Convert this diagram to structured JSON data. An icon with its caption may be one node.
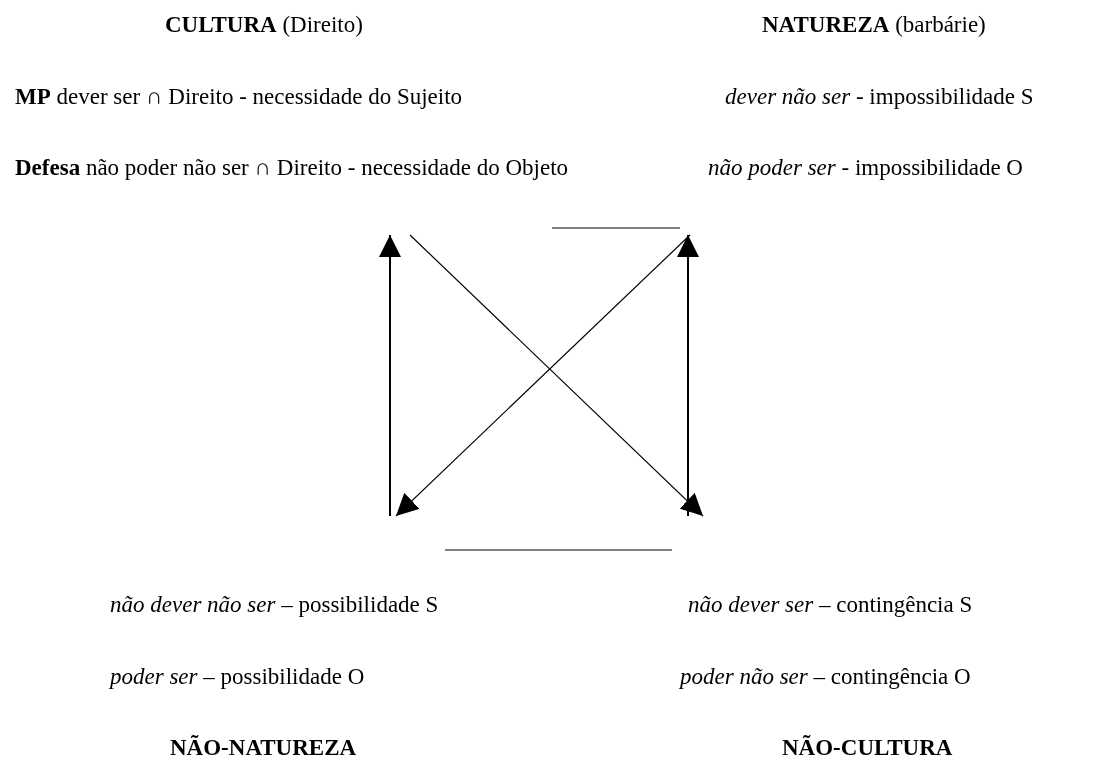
{
  "diagram": {
    "nodes": [
      {
        "text": [
          "**CULTURA** (Direito)",
          "**MP** dever ser ∩ Direito - necessidade do Sujeito",
          "**Defesa** não poder não ser ∩ Direito - necessidade do Objeto"
        ]
      },
      {
        "text": [
          "**NATUREZA** (barbárie)",
          "*dever não ser* - impossibilidade S",
          "*não poder ser* - impossibilidade O"
        ]
      },
      {
        "text": [
          "*não dever não ser* – possibilidade S",
          "*poder ser* – possibilidade O",
          "NÃO-NATUREZA"
        ]
      },
      {
        "text": [
          "*não dever ser* – contingência S",
          "*poder não ser* – contingência O",
          "NÃO-CULTURA"
        ]
      }
    ],
    "edges": [
      {
        "from": 0,
        "to": 1,
        "arrow": "none"
      },
      {
        "from": 0,
        "to": 3,
        "arrow": "to"
      },
      {
        "from": 1,
        "to": 2,
        "arrow": "to"
      },
      {
        "from": 2,
        "to": 0,
        "arrow": "to"
      },
      {
        "from": 3,
        "to": 1,
        "arrow": "to"
      },
      {
        "from": 2,
        "to": 3,
        "arrow": "none"
      }
    ]
  }
}
